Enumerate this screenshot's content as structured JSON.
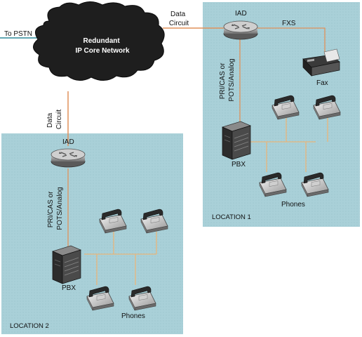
{
  "diagram": {
    "to_pstn": "To PSTN",
    "core_network": [
      "Redundant",
      "IP Core Network"
    ],
    "data_circuit_top": [
      "Data",
      "Circuit"
    ],
    "data_circuit_left": [
      "Data",
      "Circuit"
    ],
    "location1": {
      "name": "LOCATION 1",
      "iad": "IAD",
      "fxs": "FXS",
      "fax": "Fax",
      "pbx": "PBX",
      "phones": "Phones",
      "trunk_lines": [
        "PRI/CAS or",
        "POTS/Analog"
      ]
    },
    "location2": {
      "name": "LOCATION 2",
      "iad": "IAD",
      "pbx": "PBX",
      "phones": "Phones",
      "trunk_lines": [
        "PRI/CAS or",
        "POTS/Analog"
      ]
    },
    "colors": {
      "location_fill": "#a9d0d8",
      "cloud_fill": "#1e1e1e",
      "link_orange": "#e0915a",
      "pstn_link": "#2f8a9a",
      "phone_wire": "#e8b67c"
    }
  }
}
